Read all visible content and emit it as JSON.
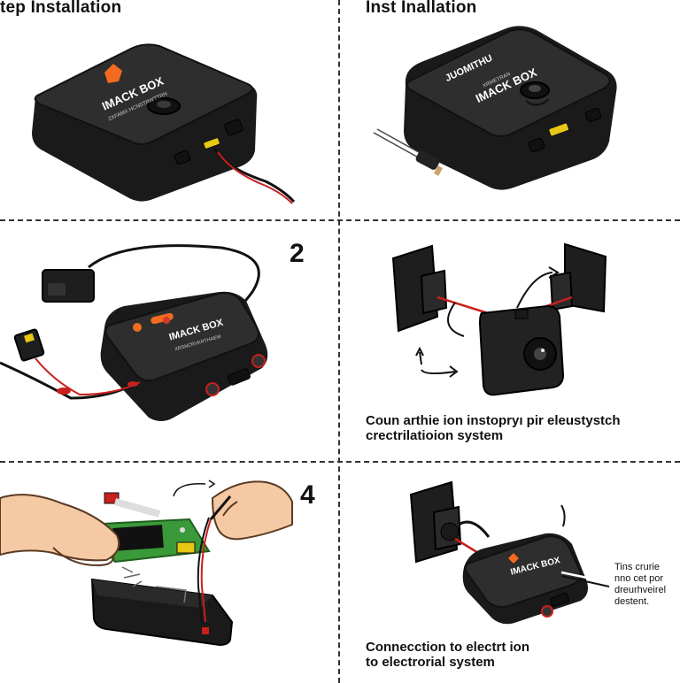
{
  "panels": {
    "top_left": {
      "title": "tep Installation",
      "device_label": "IMACK BOX",
      "device_sublabel": "ZXFAMX HCNSTRWTTRN"
    },
    "top_right": {
      "title": "Inst  Inallation",
      "device_top_label": "JUOMITHU",
      "device_label": "IMACK BOX",
      "device_sublabel": "XRMETRAN"
    },
    "mid_left": {
      "step_number": "2",
      "device_label": "IMACK BOX",
      "device_sublabel": "XRSNCRVKRTHAEW"
    },
    "mid_right": {
      "caption_line1": "Coun arthie ion instopryı pir eleustystch",
      "caption_line2": "crectrilatioion system"
    },
    "bottom_left": {
      "step_number": "4"
    },
    "bottom_right": {
      "device_label": "IMACK BOX",
      "side_note": [
        "Tins crurie",
        "nno cet por",
        "dreurhveirel",
        "destent."
      ],
      "caption_line1": "Connecction to electrt ion",
      "caption_line2": "to  electrorial system"
    }
  },
  "colors": {
    "device_body": "#2b2b2b",
    "device_edge": "#111111",
    "accent_orange": "#f26b21",
    "connector_yellow": "#e8c814",
    "wire_red": "#c8201e",
    "pcb_green": "#3a9a3a",
    "skin": "#f4c9a3"
  }
}
